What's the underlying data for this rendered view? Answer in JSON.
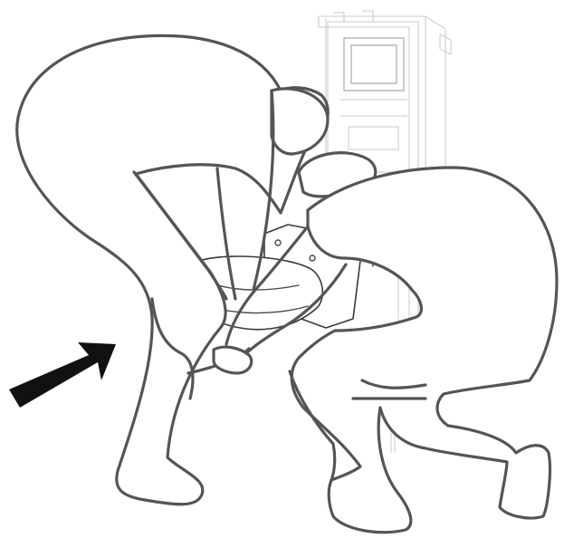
{
  "illustration": {
    "description_icon": "wall-hung-toilet-installation-icon",
    "figures": [
      "person-left",
      "person-right"
    ],
    "arrow_direction": "up-right",
    "colors": {
      "outline": "#555555",
      "frame": "#c9c9c9",
      "arrow": "#111111",
      "background": "#ffffff"
    }
  }
}
